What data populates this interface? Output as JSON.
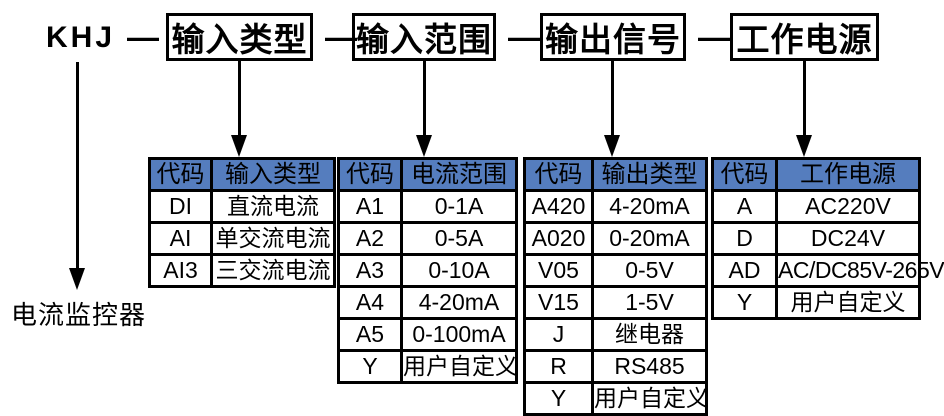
{
  "model": {
    "prefix": "KHJ",
    "separator": "—",
    "product_label": "电流监控器"
  },
  "segments": [
    {
      "label": "输入类型"
    },
    {
      "label": "输入范围"
    },
    {
      "label": "输出信号"
    },
    {
      "label": "工作电源"
    }
  ],
  "tables": [
    {
      "name": "input-type",
      "headers": [
        "代码",
        "输入类型"
      ],
      "rows": [
        [
          "DI",
          "直流电流"
        ],
        [
          "AI",
          "单交流电流"
        ],
        [
          "AI3",
          "三交流电流"
        ]
      ]
    },
    {
      "name": "current-range",
      "headers": [
        "代码",
        "电流范围"
      ],
      "rows": [
        [
          "A1",
          "0-1A"
        ],
        [
          "A2",
          "0-5A"
        ],
        [
          "A3",
          "0-10A"
        ],
        [
          "A4",
          "4-20mA"
        ],
        [
          "A5",
          "0-100mA"
        ],
        [
          "Y",
          "用户自定义"
        ]
      ]
    },
    {
      "name": "output-type",
      "headers": [
        "代码",
        "输出类型"
      ],
      "rows": [
        [
          "A420",
          "4-20mA"
        ],
        [
          "A020",
          "0-20mA"
        ],
        [
          "V05",
          "0-5V"
        ],
        [
          "V15",
          "1-5V"
        ],
        [
          "J",
          "继电器"
        ],
        [
          "R",
          "RS485"
        ],
        [
          "Y",
          "用户自定义"
        ]
      ]
    },
    {
      "name": "power-supply",
      "headers": [
        "代码",
        "工作电源"
      ],
      "rows": [
        [
          "A",
          "AC220V"
        ],
        [
          "D",
          "DC24V"
        ],
        [
          "AD",
          "AC/DC85V-265V"
        ],
        [
          "Y",
          "用户自定义"
        ]
      ]
    }
  ],
  "colors": {
    "header_bg": "#557DBE",
    "border": "#000000",
    "background": "#FFFFFF"
  }
}
